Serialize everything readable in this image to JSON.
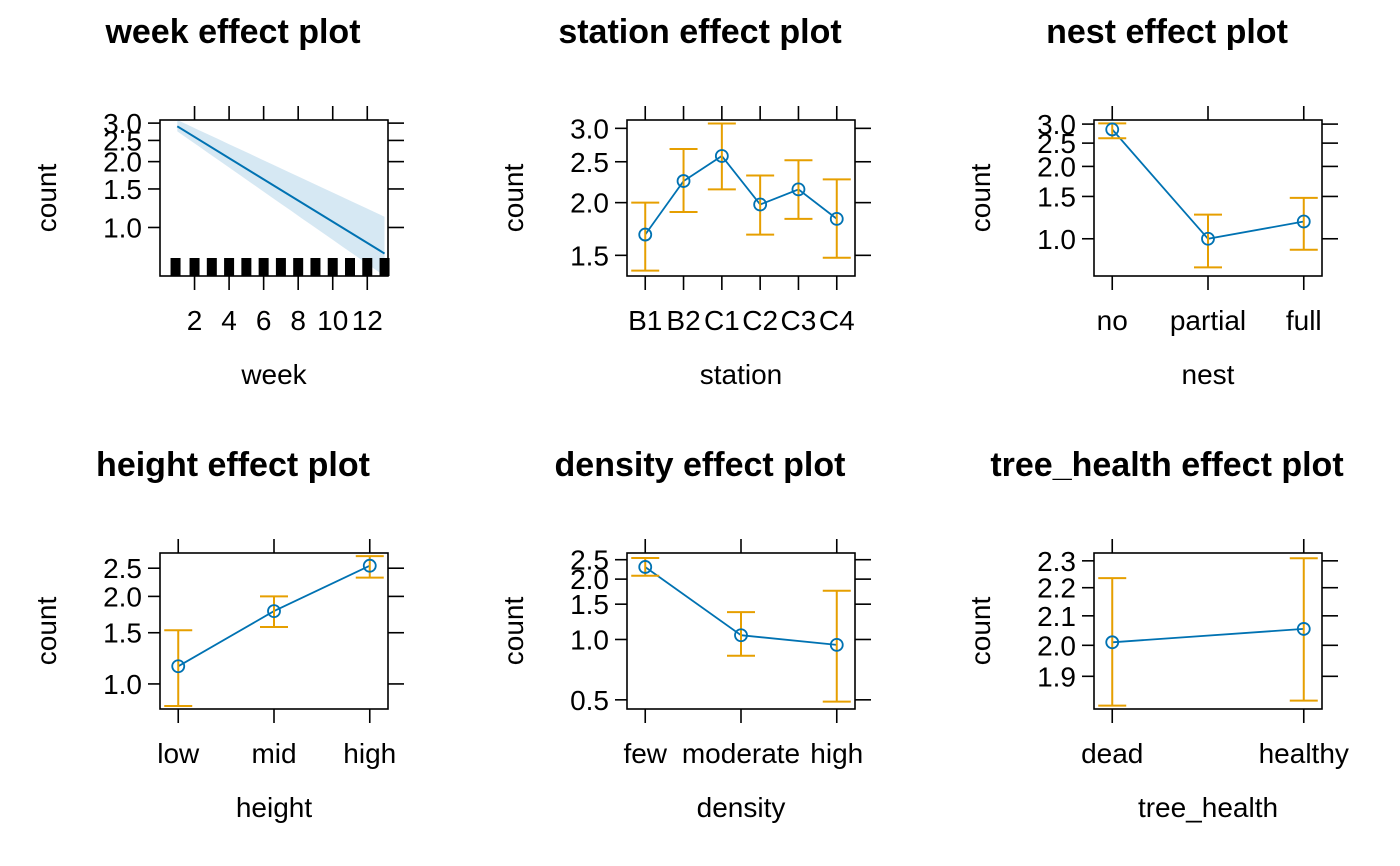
{
  "colors": {
    "line": "#0072B2",
    "band": "#0072B2",
    "error_bar": "#E69F00",
    "rug": "#000000",
    "axis": "#000000"
  },
  "chart_data": [
    {
      "type": "line",
      "title": "week effect plot",
      "xlabel": "week",
      "ylabel": "count",
      "continuous": true,
      "x": [
        1,
        13
      ],
      "y": [
        2.9,
        0.76
      ],
      "band_lower": [
        2.75,
        0.6
      ],
      "band_upper": [
        3.1,
        1.12
      ],
      "xlim": [
        0,
        13.2
      ],
      "ylim": [
        0.6,
        3.1
      ],
      "log_scale": true,
      "xticks": [
        2,
        4,
        6,
        8,
        10,
        12
      ],
      "xtick_labels": [
        "2",
        "4",
        "6",
        "8",
        "10",
        "12"
      ],
      "yticks": [
        1.0,
        1.5,
        2.0,
        2.5,
        3.0
      ],
      "ytick_labels": [
        "1.0",
        "1.5",
        "2.0",
        "2.5",
        "3.0"
      ],
      "rug": [
        0.9,
        2,
        3,
        4,
        5,
        6,
        7,
        8,
        9,
        10,
        11,
        12,
        13
      ]
    },
    {
      "type": "line",
      "title": "station effect plot",
      "xlabel": "station",
      "ylabel": "count",
      "categories": [
        "B1",
        "B2",
        "C1",
        "C2",
        "C3",
        "C4"
      ],
      "values": [
        1.68,
        2.25,
        2.58,
        1.98,
        2.15,
        1.83
      ],
      "lower": [
        1.38,
        1.9,
        2.15,
        1.68,
        1.83,
        1.48
      ],
      "upper": [
        2.0,
        2.68,
        3.08,
        2.32,
        2.52,
        2.27
      ],
      "ylim": [
        1.34,
        3.14
      ],
      "log_scale": true,
      "yticks": [
        1.5,
        2.0,
        2.5,
        3.0
      ],
      "ytick_labels": [
        "1.5",
        "2.0",
        "2.5",
        "3.0"
      ]
    },
    {
      "type": "line",
      "title": "nest effect plot",
      "xlabel": "nest",
      "ylabel": "count",
      "categories": [
        "no",
        "partial",
        "full"
      ],
      "values": [
        2.85,
        1.0,
        1.18
      ],
      "lower": [
        2.62,
        0.76,
        0.9
      ],
      "upper": [
        3.02,
        1.26,
        1.48
      ],
      "ylim": [
        0.7,
        3.12
      ],
      "log_scale": true,
      "yticks": [
        1.0,
        1.5,
        2.0,
        2.5,
        3.0
      ],
      "ytick_labels": [
        "1.0",
        "1.5",
        "2.0",
        "2.5",
        "3.0"
      ]
    },
    {
      "type": "line",
      "title": "height effect plot",
      "xlabel": "height",
      "ylabel": "count",
      "categories": [
        "low",
        "mid",
        "high"
      ],
      "values": [
        1.15,
        1.78,
        2.55
      ],
      "lower": [
        0.84,
        1.57,
        2.32
      ],
      "upper": [
        1.53,
        2.0,
        2.75
      ],
      "ylim": [
        0.82,
        2.82
      ],
      "log_scale": true,
      "yticks": [
        1.0,
        1.5,
        2.0,
        2.5
      ],
      "ytick_labels": [
        "1.0",
        "1.5",
        "2.0",
        "2.5"
      ]
    },
    {
      "type": "line",
      "title": "density effect plot",
      "xlabel": "density",
      "ylabel": "count",
      "categories": [
        "few",
        "moderate",
        "high"
      ],
      "values": [
        2.3,
        1.05,
        0.94
      ],
      "lower": [
        2.08,
        0.83,
        0.49
      ],
      "upper": [
        2.55,
        1.37,
        1.75
      ],
      "ylim": [
        0.45,
        2.7
      ],
      "log_scale": true,
      "yticks": [
        0.5,
        1.0,
        1.5,
        2.0,
        2.5
      ],
      "ytick_labels": [
        "0.5",
        "1.0",
        "1.5",
        "2.0",
        "2.5"
      ]
    },
    {
      "type": "line",
      "title": "tree_health effect plot",
      "xlabel": "tree_health",
      "ylabel": "count",
      "categories": [
        "dead",
        "healthy"
      ],
      "values": [
        2.01,
        2.055
      ],
      "lower": [
        1.81,
        1.825
      ],
      "upper": [
        2.235,
        2.31
      ],
      "ylim": [
        1.8,
        2.33
      ],
      "log_scale": true,
      "yticks": [
        1.9,
        2.0,
        2.1,
        2.2,
        2.3
      ],
      "ytick_labels": [
        "1.9",
        "2.0",
        "2.1",
        "2.2",
        "2.3"
      ]
    }
  ]
}
